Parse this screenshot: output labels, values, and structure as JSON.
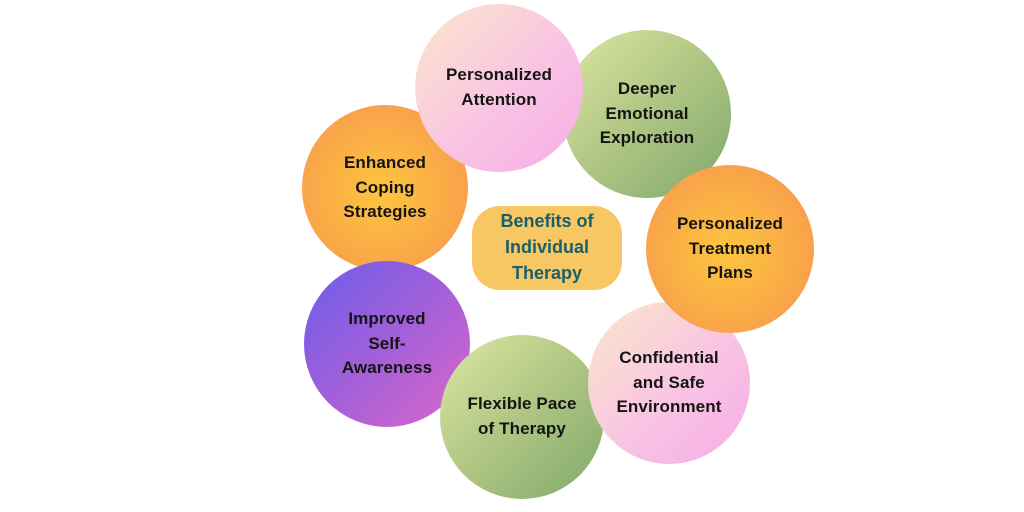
{
  "diagram": {
    "type": "circular-benefits-infographic",
    "center": {
      "label": "Benefits of\nIndividual\nTherapy",
      "bg_color": "#F7C763",
      "text_color": "#19606A"
    },
    "circles": [
      {
        "id": "enhanced-coping-strategies",
        "label": "Enhanced\nCoping\nStrategies",
        "palette": "orange"
      },
      {
        "id": "deeper-emotional-exploration",
        "label": "Deeper\nEmotional\nExploration",
        "palette": "green"
      },
      {
        "id": "personalized-attention",
        "label": "Personalized\nAttention",
        "palette": "pink"
      },
      {
        "id": "improved-self-awareness",
        "label": "Improved\nSelf-\nAwareness",
        "palette": "purple"
      },
      {
        "id": "flexible-pace-of-therapy",
        "label": "Flexible Pace\nof Therapy",
        "palette": "green"
      },
      {
        "id": "confidential-and-safe-environment",
        "label": "Confidential\nand Safe\nEnvironment",
        "palette": "pink"
      },
      {
        "id": "personalized-treatment-plans",
        "label": "Personalized\nTreatment\nPlans",
        "palette": "orange"
      }
    ],
    "colors": {
      "background": "#FFFFFF",
      "label_text": "#141414",
      "pink_gradient": [
        "#FBE7C9",
        "#F9C4E3",
        "#F6ACE7"
      ],
      "green_gradient": [
        "#DCE8A2",
        "#7EA96B"
      ],
      "orange_gradient": [
        "#FCC53F",
        "#F89C4E"
      ],
      "purple_gradient": [
        "#6B5EE9",
        "#A55FD9",
        "#DB68C8"
      ]
    }
  }
}
